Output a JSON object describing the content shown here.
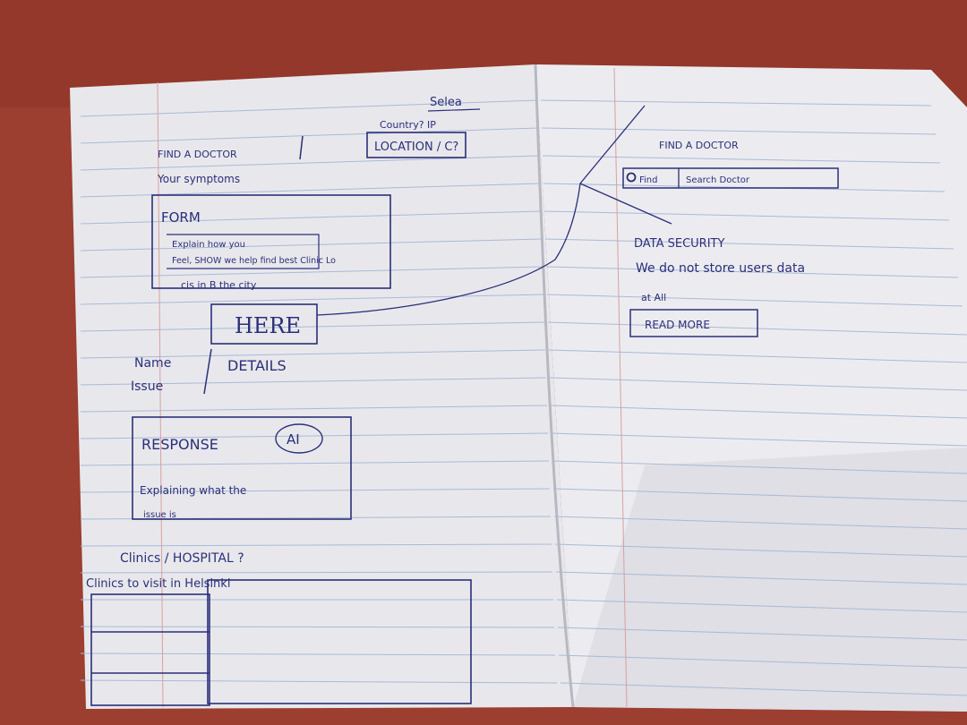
{
  "notebook": {
    "colors": {
      "table_surface": "#9c3e30",
      "paper": "#ebebef",
      "paper_shadow": "#c9c8cf",
      "rule_lines": "#a9b9d6",
      "margin_line": "#d8a0a0",
      "ink": "#2b2f7a"
    },
    "left_page": {
      "location_selector": {
        "select_note": "Selea",
        "country_note": "Country? IP",
        "label": "LOCATION / C?"
      },
      "title": "FIND A DOCTOR",
      "subtitle": "Your symptoms",
      "form": {
        "heading": "FORM",
        "line_1": "Explain how you",
        "line_2": "Feel, SHOW we help find best Clinic Lo",
        "line_3": "cis in B the city"
      },
      "here_button": "HERE",
      "input_labels": [
        "Name",
        "Issue"
      ],
      "details_label": "DETAILS",
      "response": {
        "heading": "RESPONSE",
        "badge": "AI",
        "line_1": "Explaining what the",
        "line_2": "issue is"
      },
      "clinics_heading": "Clinics / HOSPITAL ?",
      "clinics_subheading": "Clinics to visit in Helsinki"
    },
    "right_page": {
      "title": "FIND A DOCTOR",
      "search_label": "Find",
      "search_placeholder": "Search Doctor",
      "data_security": {
        "heading": "DATA SECURITY",
        "line_1": "We do not store users data",
        "line_2": "at All"
      },
      "read_more_button": "READ MORE"
    }
  }
}
